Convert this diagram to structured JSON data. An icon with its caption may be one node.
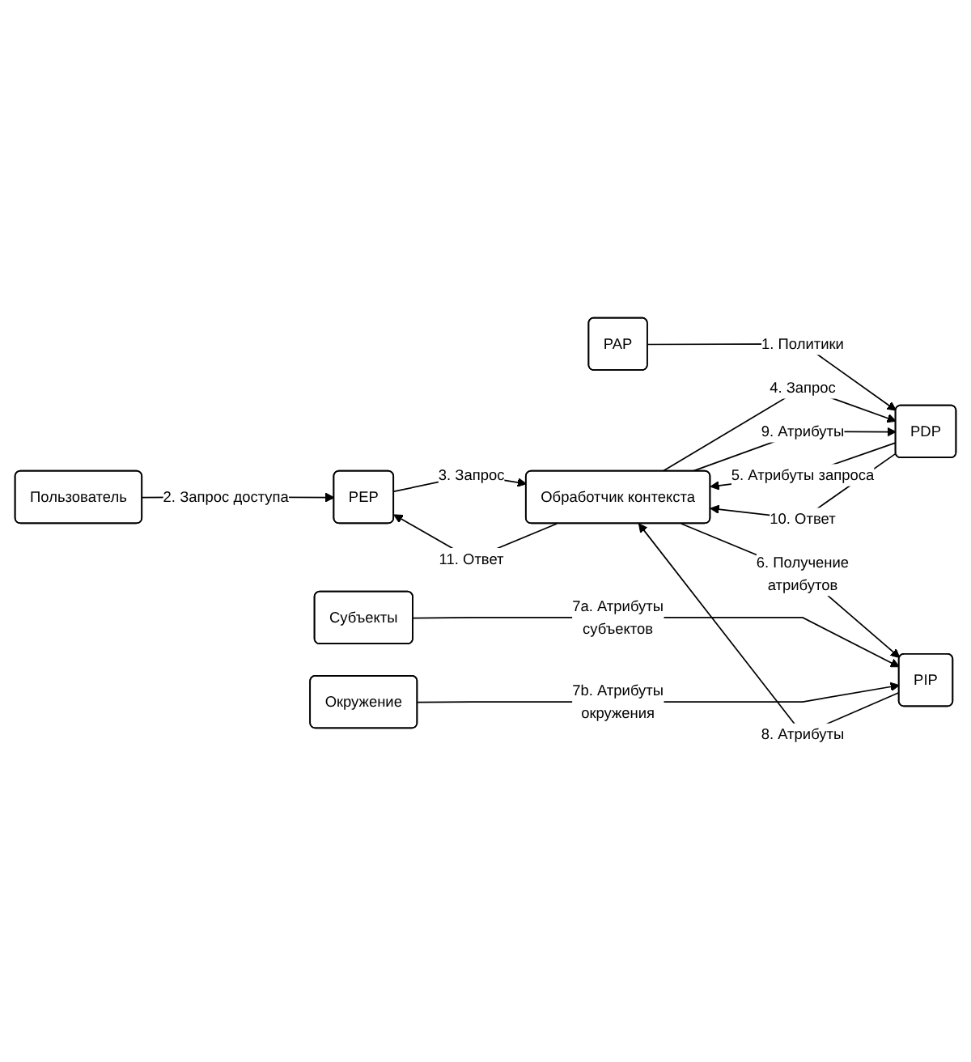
{
  "diagram": {
    "nodes": [
      {
        "text": [
          "Пользователь"
        ]
      },
      {
        "text": [
          "PEP"
        ]
      },
      {
        "text": [
          "PDP"
        ]
      },
      {
        "text": [
          "Обработчик контекста"
        ]
      },
      {
        "text": [
          "PIP"
        ]
      },
      {
        "text": [
          "PAP"
        ]
      },
      {
        "text": [
          "Субъекты"
        ]
      },
      {
        "text": [
          "Окружение"
        ]
      }
    ],
    "edges": [
      {
        "from": 5,
        "to": 2,
        "arrow": "to",
        "label": "1. Политики"
      },
      {
        "from": 0,
        "to": 1,
        "arrow": "to",
        "label": "2. Запрос доступа"
      },
      {
        "from": 1,
        "to": 3,
        "arrow": "to",
        "label": "3. Запрос"
      },
      {
        "from": 3,
        "to": 2,
        "arrow": "to",
        "label": "4. Запрос"
      },
      {
        "from": 2,
        "to": 3,
        "arrow": "to",
        "label": "5. Атрибуты запроса"
      },
      {
        "from": 3,
        "to": 4,
        "arrow": "to",
        "label": "6. Получение атрибутов"
      },
      {
        "from": 6,
        "to": 4,
        "arrow": "to",
        "label": "7a. Атрибуты субъектов"
      },
      {
        "from": 7,
        "to": 4,
        "arrow": "to",
        "label": "7b. Атрибуты окружения"
      },
      {
        "from": 4,
        "to": 3,
        "arrow": "to",
        "label": "8. Атрибуты"
      },
      {
        "from": 3,
        "to": 2,
        "arrow": "to",
        "label": "9. Атрибуты"
      },
      {
        "from": 2,
        "to": 3,
        "arrow": "to",
        "label": "10. Ответ"
      },
      {
        "from": 3,
        "to": 1,
        "arrow": "to",
        "label": "11. Ответ"
      }
    ]
  }
}
